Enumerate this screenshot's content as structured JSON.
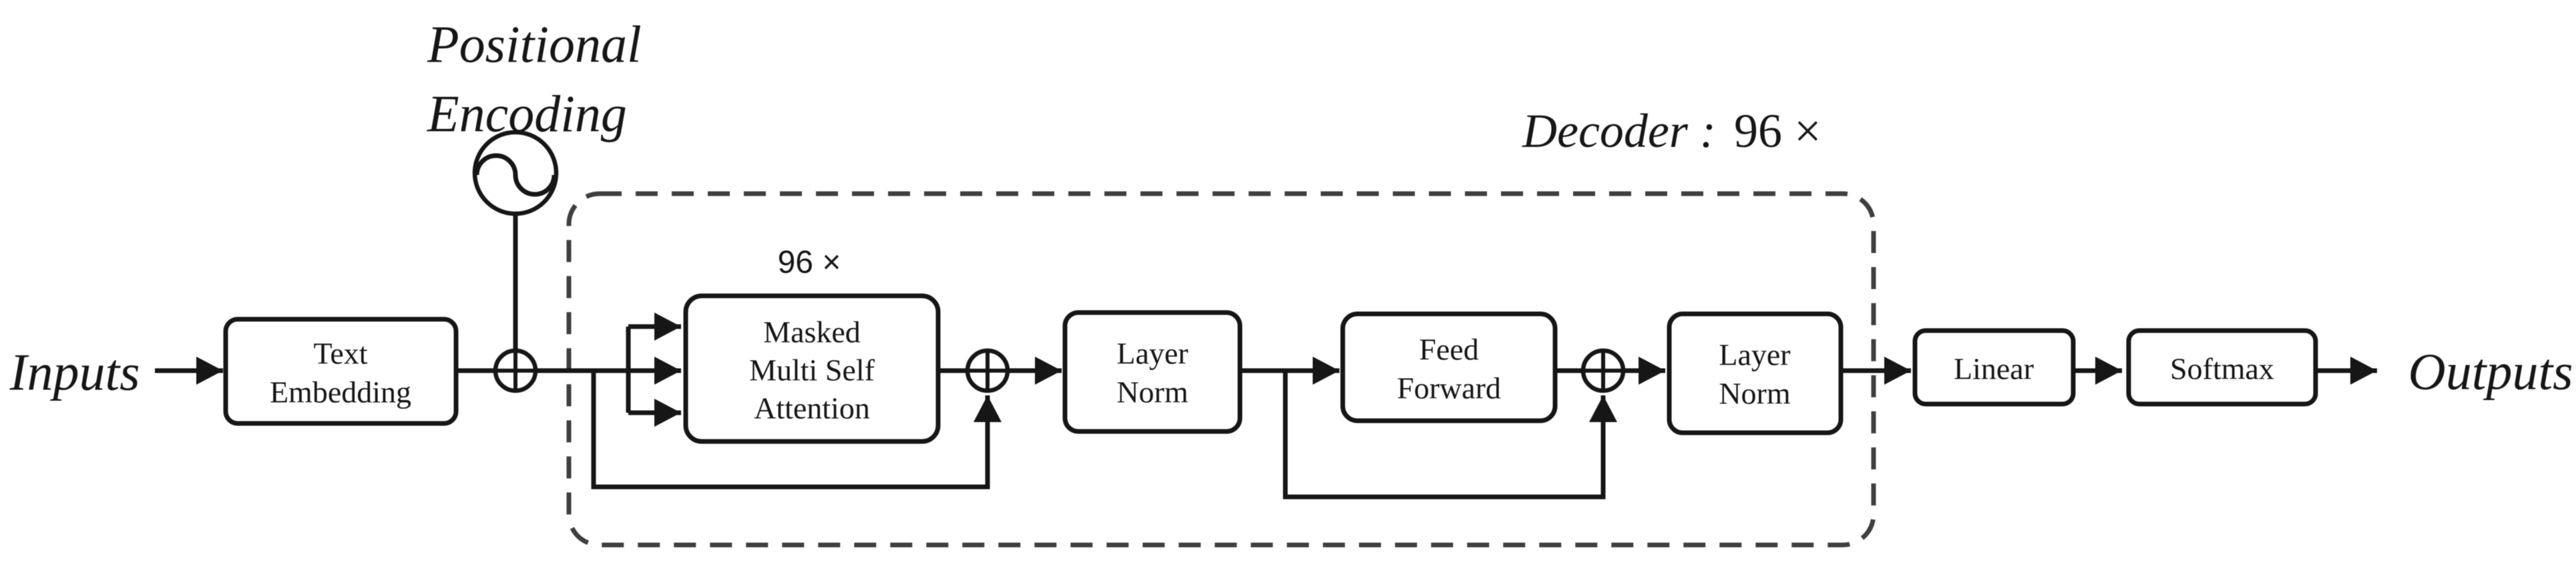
{
  "figure": {
    "io": {
      "inputs": "Inputs",
      "outputs": "Outputs"
    },
    "positional_encoding": {
      "line1": "Positional",
      "line2": "Encoding"
    },
    "decoder": {
      "name": "Decoder :",
      "multiplier": "96 ×"
    },
    "attention_multiplier": "96 ×",
    "blocks": {
      "text_embedding": {
        "line1": "Text",
        "line2": "Embedding"
      },
      "masked_attention": {
        "line1": "Masked",
        "line2": "Multi Self",
        "line3": "Attention"
      },
      "layer_norm_1": {
        "line1": "Layer",
        "line2": "Norm"
      },
      "feed_forward": {
        "line1": "Feed",
        "line2": "Forward"
      },
      "layer_norm_2": {
        "line1": "Layer",
        "line2": "Norm"
      },
      "linear": {
        "label": "Linear"
      },
      "softmax": {
        "label": "Softmax"
      }
    },
    "colors": {
      "background": "#ffffff",
      "stroke": "#161616",
      "decoder_border": "#3f3f3f"
    }
  }
}
